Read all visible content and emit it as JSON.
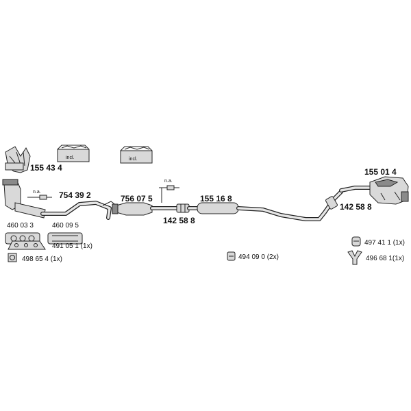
{
  "parts": {
    "manifold": "155 43 4",
    "front_catalyst": "754 39 2",
    "gasket_a": "460 03 3",
    "gasket_b": "460 09 5",
    "gasket_c": "491 05 1 (1x)",
    "ring": "498 65 4 (1x)",
    "center_catalyst": "756 07 5",
    "clamp_mid": "142 58 8",
    "middle_silencer": "155 16 8",
    "clamp_rear": "142 58 8",
    "rear_silencer": "155 01 4",
    "hanger_a": "494 09 0 (2x)",
    "hanger_b": "497 41 1 (1x)",
    "hanger_c": "496 68 1(1x)"
  },
  "notes": {
    "na_1": "n.a.",
    "na_2": "n.a.",
    "incl_1": "incl.",
    "incl_2": "incl."
  }
}
